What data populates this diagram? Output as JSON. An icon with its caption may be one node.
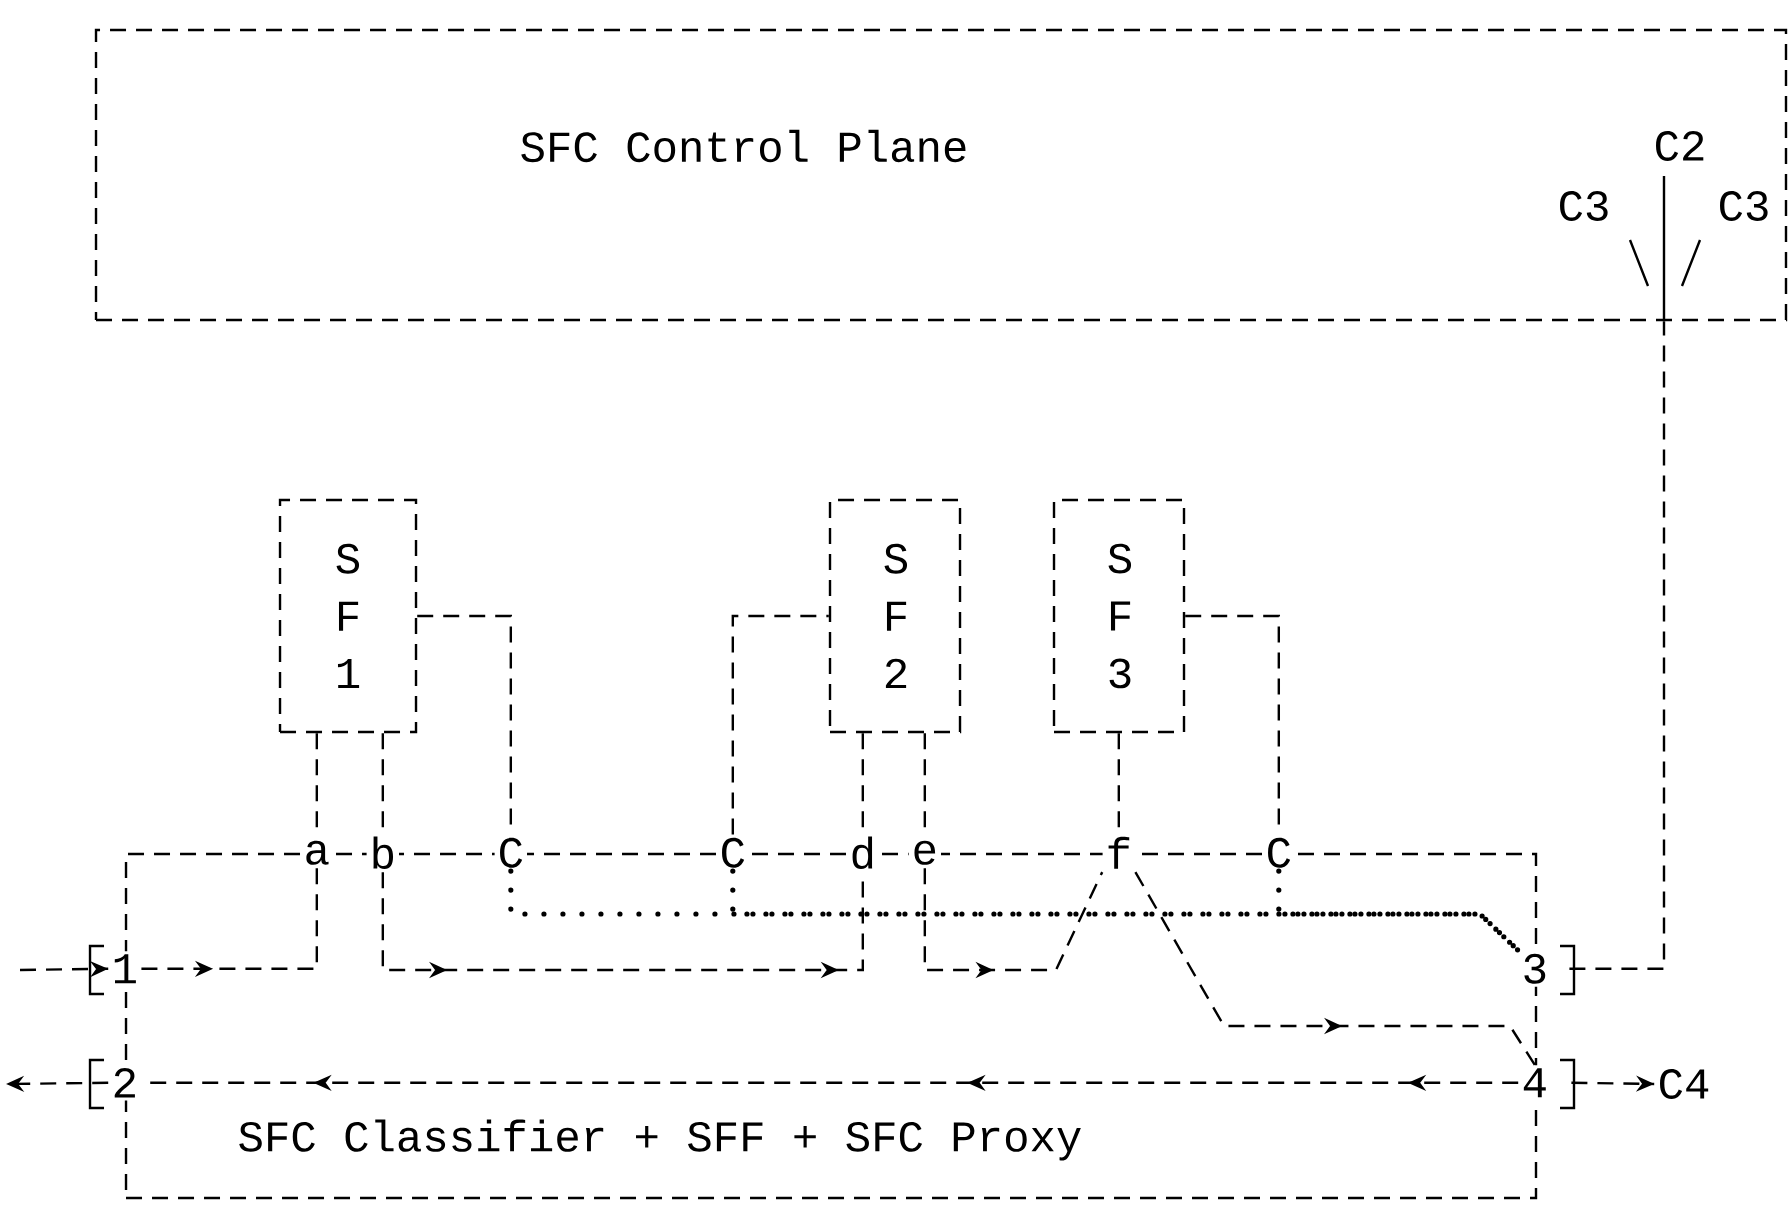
{
  "diagram": {
    "nodes": [
      {
        "text": [
          "SFC Control Plane"
        ]
      },
      {
        "text": [
          "S F 1"
        ]
      },
      {
        "text": [
          "S F 2"
        ]
      },
      {
        "text": [
          "S F 3"
        ]
      },
      {
        "text": [
          "SFC Classifier + SFF + SFC Proxy"
        ]
      },
      {
        "text": [
          "a"
        ],
        "in": 4
      },
      {
        "text": [
          "b"
        ],
        "in": 4
      },
      {
        "text": [
          "C"
        ],
        "in": 4
      },
      {
        "text": [
          "C"
        ],
        "in": 4
      },
      {
        "text": [
          "d"
        ],
        "in": 4
      },
      {
        "text": [
          "e"
        ],
        "in": 4
      },
      {
        "text": [
          "f"
        ],
        "in": 4
      },
      {
        "text": [
          "C"
        ],
        "in": 4
      },
      {
        "text": [
          "1"
        ],
        "in": 4
      },
      {
        "text": [
          "2"
        ],
        "in": 4
      },
      {
        "text": [
          "3"
        ],
        "in": 4
      },
      {
        "text": [
          "4"
        ],
        "in": 4
      },
      {
        "text": [
          "C4"
        ]
      }
    ],
    "edges": [
      {
        "from": null,
        "to": 13,
        "arrow": "to"
      },
      {
        "from": 14,
        "to": null,
        "arrow": "to"
      },
      {
        "from": 16,
        "to": 17,
        "arrow": "to"
      },
      {
        "from": 1,
        "to": 5,
        "arrow": "none"
      },
      {
        "from": 1,
        "to": 6,
        "arrow": "none"
      },
      {
        "from": 1,
        "to": 7,
        "arrow": "none"
      },
      {
        "from": 8,
        "to": 2,
        "arrow": "none"
      },
      {
        "from": 2,
        "to": 9,
        "arrow": "none"
      },
      {
        "from": 2,
        "to": 10,
        "arrow": "none"
      },
      {
        "from": 3,
        "to": 11,
        "arrow": "none"
      },
      {
        "from": 3,
        "to": 12,
        "arrow": "none"
      },
      {
        "from": 13,
        "to": 5,
        "arrow": "to"
      },
      {
        "from": 6,
        "to": 9,
        "arrow": "to"
      },
      {
        "from": 10,
        "to": 11,
        "arrow": "to"
      },
      {
        "from": 11,
        "to": 16,
        "arrow": "to"
      },
      {
        "from": 16,
        "to": 14,
        "arrow": "to"
      },
      {
        "from": 15,
        "to": 0,
        "arrow": "none"
      },
      {
        "from": 7,
        "to": 15,
        "arrow": "none",
        "style": "dashed"
      },
      {
        "from": 8,
        "to": 15,
        "arrow": "none",
        "style": "dashed"
      },
      {
        "from": 12,
        "to": 15,
        "arrow": "none",
        "style": "dashed"
      }
    ],
    "labels": [
      "C2",
      "C3",
      "C3"
    ]
  }
}
